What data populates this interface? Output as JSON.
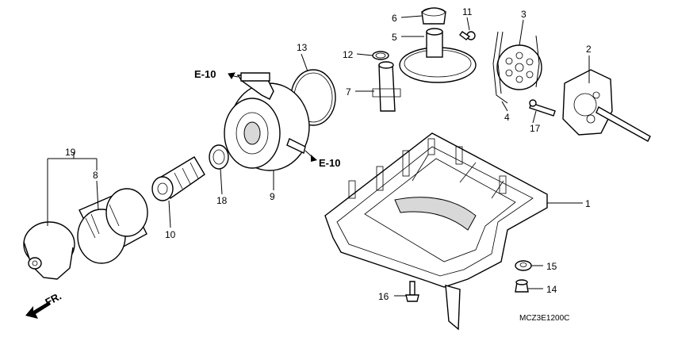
{
  "diagram": {
    "part_numbers": [
      "1",
      "2",
      "3",
      "4",
      "5",
      "6",
      "7",
      "8",
      "9",
      "10",
      "11",
      "12",
      "13",
      "14",
      "15",
      "16",
      "17",
      "18",
      "19"
    ],
    "references": [
      "E-10",
      "E-10"
    ],
    "direction_label": "FR.",
    "code": "MCZ3E1200C"
  }
}
